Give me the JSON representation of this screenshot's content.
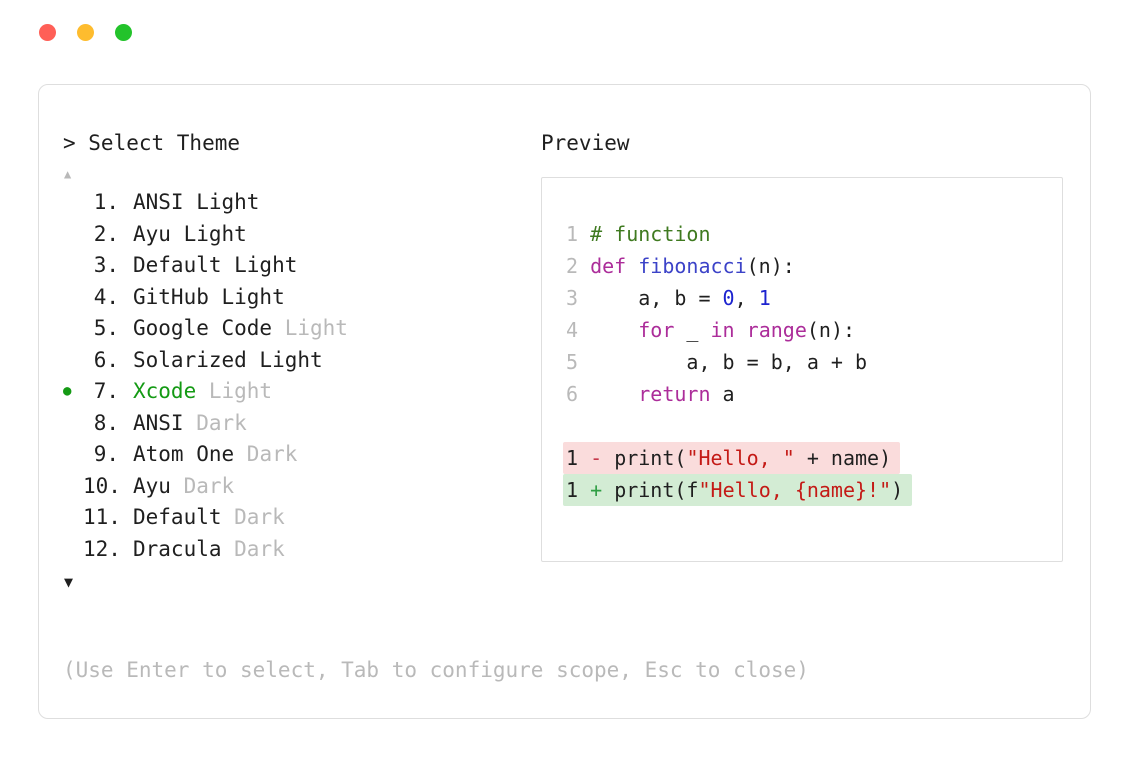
{
  "window": {
    "traffic_lights": [
      {
        "name": "close",
        "color": "#ff5f57"
      },
      {
        "name": "minimize",
        "color": "#febc2e"
      },
      {
        "name": "zoom",
        "color": "#23c32b"
      }
    ]
  },
  "selector": {
    "title": "> Select Theme",
    "scroll_up": "▲",
    "scroll_down": "▼",
    "bullet_icon": "●",
    "items": [
      {
        "num": "1.",
        "name": "ANSI Light",
        "dim": "",
        "selected": false
      },
      {
        "num": "2.",
        "name": "Ayu Light",
        "dim": "",
        "selected": false
      },
      {
        "num": "3.",
        "name": "Default Light",
        "dim": "",
        "selected": false
      },
      {
        "num": "4.",
        "name": "GitHub Light",
        "dim": "",
        "selected": false
      },
      {
        "num": "5.",
        "name": "Google Code",
        "dim": "Light",
        "selected": false
      },
      {
        "num": "6.",
        "name": "Solarized Light",
        "dim": "",
        "selected": false
      },
      {
        "num": "7.",
        "name": "Xcode",
        "dim": "Light",
        "selected": true
      },
      {
        "num": "8.",
        "name": "ANSI",
        "dim": "Dark",
        "selected": false
      },
      {
        "num": "9.",
        "name": "Atom One",
        "dim": "Dark",
        "selected": false
      },
      {
        "num": "10.",
        "name": "Ayu",
        "dim": "Dark",
        "selected": false
      },
      {
        "num": "11.",
        "name": "Default",
        "dim": "Dark",
        "selected": false
      },
      {
        "num": "12.",
        "name": "Dracula",
        "dim": "Dark",
        "selected": false
      }
    ],
    "hint": "(Use Enter to select, Tab to configure scope, Esc to close)"
  },
  "preview": {
    "title": "Preview",
    "code_lines": [
      {
        "num": "1",
        "tokens": [
          {
            "t": "# function",
            "c": "comment"
          }
        ]
      },
      {
        "num": "2",
        "tokens": [
          {
            "t": "def ",
            "c": "keyword"
          },
          {
            "t": "fibonacci",
            "c": "func"
          },
          {
            "t": "(n):",
            "c": "plain"
          }
        ]
      },
      {
        "num": "3",
        "tokens": [
          {
            "t": "    a, b = ",
            "c": "plain"
          },
          {
            "t": "0",
            "c": "number"
          },
          {
            "t": ", ",
            "c": "plain"
          },
          {
            "t": "1",
            "c": "number"
          }
        ]
      },
      {
        "num": "4",
        "tokens": [
          {
            "t": "    ",
            "c": "plain"
          },
          {
            "t": "for",
            "c": "keyword"
          },
          {
            "t": " _ ",
            "c": "plain"
          },
          {
            "t": "in",
            "c": "keyword"
          },
          {
            "t": " ",
            "c": "plain"
          },
          {
            "t": "range",
            "c": "keyword"
          },
          {
            "t": "(n):",
            "c": "plain"
          }
        ]
      },
      {
        "num": "5",
        "tokens": [
          {
            "t": "        a, b = b, a + b",
            "c": "plain"
          }
        ]
      },
      {
        "num": "6",
        "tokens": [
          {
            "t": "    ",
            "c": "plain"
          },
          {
            "t": "return",
            "c": "keyword"
          },
          {
            "t": " a",
            "c": "plain"
          }
        ]
      }
    ],
    "diff_lines": [
      {
        "num": "1",
        "sign": "-",
        "kind": "del",
        "tokens": [
          {
            "t": "print(",
            "c": "plain"
          },
          {
            "t": "\"Hello, \"",
            "c": "string"
          },
          {
            "t": " + name)",
            "c": "plain"
          }
        ]
      },
      {
        "num": "1",
        "sign": "+",
        "kind": "add",
        "tokens": [
          {
            "t": "print(f",
            "c": "plain"
          },
          {
            "t": "\"Hello, {name}!\"",
            "c": "string"
          },
          {
            "t": ")",
            "c": "plain"
          }
        ]
      }
    ]
  },
  "colors": {
    "text": "#1f1f1f",
    "dim": "#b9b9b9",
    "green": "#149a14",
    "comment": "#3f7a20",
    "keyword": "#ac2d9a",
    "func": "#3c43c8",
    "number": "#1c23cf",
    "string": "#c41a16",
    "del": "#c5384b",
    "add": "#2f9e44",
    "delbg": "#fadcdc",
    "addbg": "#d3ecd4",
    "border": "#dedede"
  }
}
